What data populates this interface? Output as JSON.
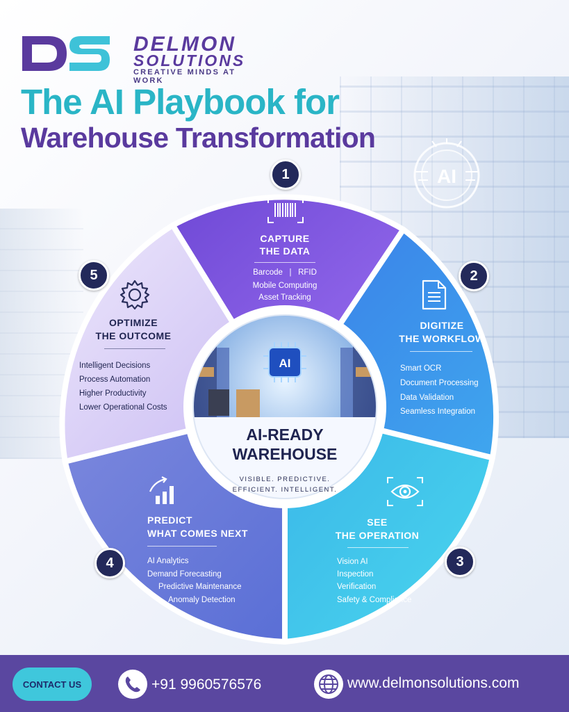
{
  "brand": {
    "logo_letters": "DS",
    "name_line1": "DELMON",
    "name_line2": "SOLUTIONS",
    "tagline": "CREATIVE MINDS AT WORK"
  },
  "headline": {
    "line1": "The AI Playbook for",
    "line2": "Warehouse Transformation"
  },
  "decor": {
    "brain_label": "AI"
  },
  "center": {
    "chip_label": "AI",
    "title_line1": "AI-READY",
    "title_line2": "WAREHOUSE",
    "tagline_line1": "VISIBLE. PREDICTIVE.",
    "tagline_line2": "EFFICIENT. INTELLIGENT."
  },
  "steps": [
    {
      "number": "1",
      "icon": "barcode-icon",
      "title_line1": "CAPTURE",
      "title_line2": "THE DATA",
      "items": [
        "Barcode   |   RFID",
        "Mobile Computing",
        "Asset Tracking"
      ]
    },
    {
      "number": "2",
      "icon": "document-icon",
      "title_line1": "DIGITIZE",
      "title_line2": "THE WORKFLOW",
      "items": [
        "Smart OCR",
        "Document Processing",
        "Data Validation",
        "Seamless Integration"
      ]
    },
    {
      "number": "3",
      "icon": "eye-icon",
      "title_line1": "SEE",
      "title_line2": "THE OPERATION",
      "items": [
        "Vision AI",
        "Inspection",
        "Verification",
        "Safety & Compliance"
      ]
    },
    {
      "number": "4",
      "icon": "growth-chart-icon",
      "title_line1": "PREDICT",
      "title_line2": "WHAT COMES NEXT",
      "items": [
        "AI Analytics",
        "Demand Forecasting",
        "Predictive Maintenance",
        "Anomaly Detection"
      ]
    },
    {
      "number": "5",
      "icon": "gear-icon",
      "title_line1": "OPTIMIZE",
      "title_line2": "THE OUTCOME",
      "items": [
        "Intelligent Decisions",
        "Process Automation",
        "Higher Productivity",
        "Lower Operational Costs"
      ]
    }
  ],
  "footer": {
    "contact_label": "CONTACT US",
    "phone": "+91 9960576576",
    "website": "www.delmonsolutions.com"
  },
  "colors": {
    "teal": "#2ab5c6",
    "purple": "#5a3a9e",
    "navy": "#23295a",
    "footer": "#5a47a0",
    "contact_button": "#3fc7dc"
  }
}
